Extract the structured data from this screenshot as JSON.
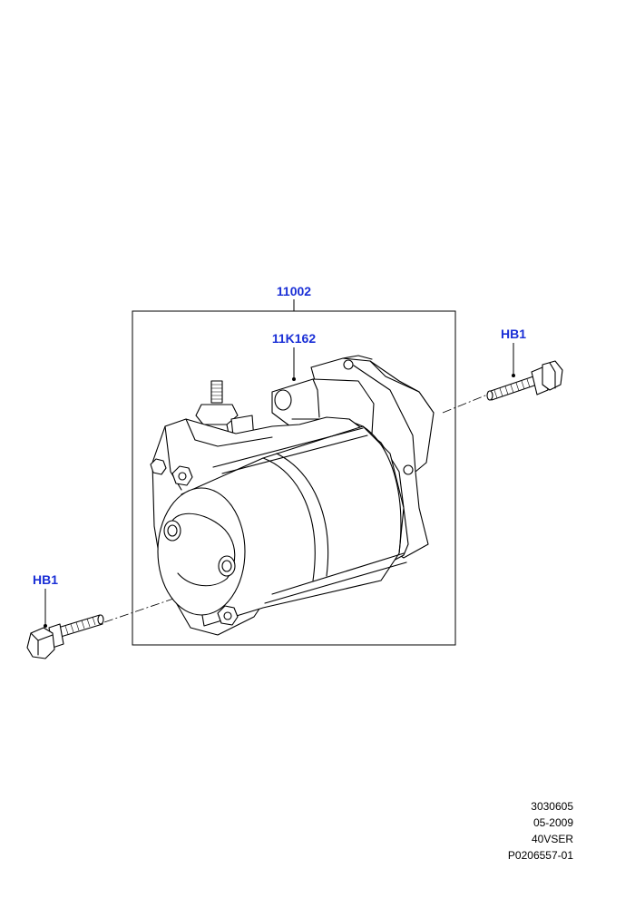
{
  "callouts": {
    "assembly": "11002",
    "solenoid": "11K162",
    "bolt_right": "HB1",
    "bolt_left": "HB1"
  },
  "footer": {
    "line1": "3030605",
    "line2": "05-2009",
    "line3": "40VSER",
    "line4": "P0206557-01"
  },
  "colors": {
    "callout": "#1a2fd6",
    "line": "#000000"
  }
}
